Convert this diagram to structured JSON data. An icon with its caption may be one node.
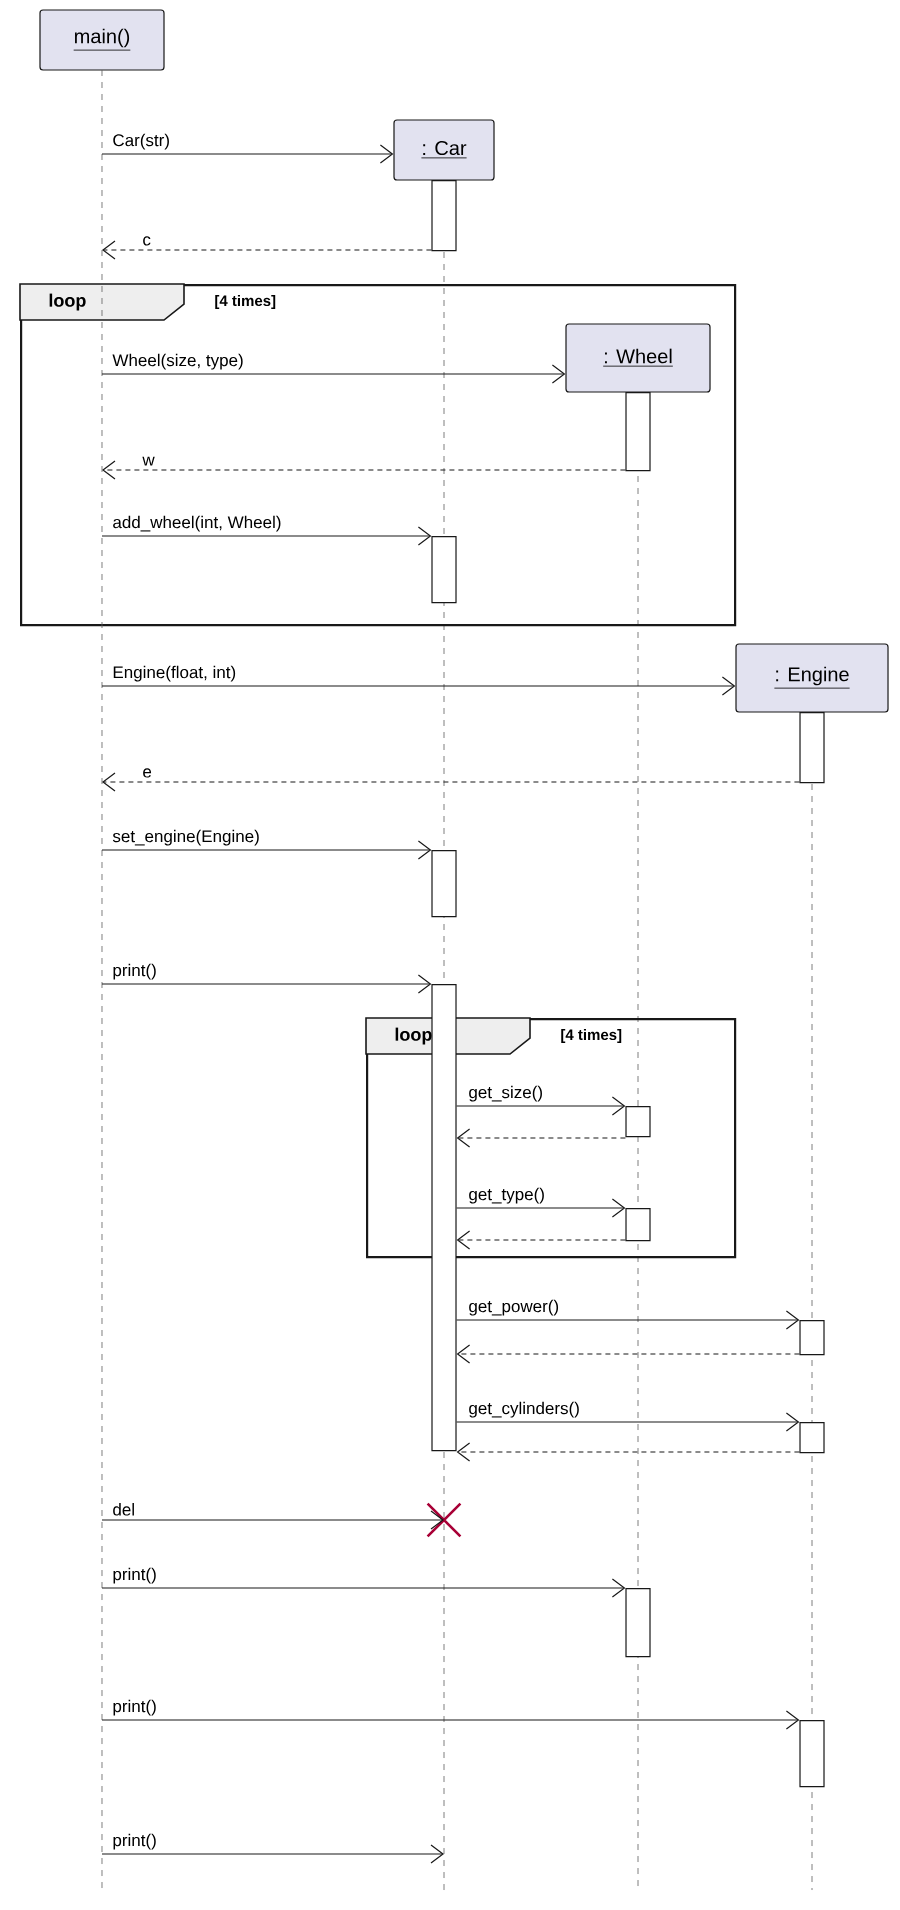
{
  "diagram": {
    "nodes": [
      {
        "text": [
          "main()"
        ]
      },
      {
        "text": [
          ": Car"
        ]
      },
      {
        "text": [],
        "shape": "bar"
      },
      {
        "text": [
          "loop",
          "[4 times]"
        ]
      },
      {
        "text": [
          ": Wheel"
        ],
        "in": 3
      },
      {
        "text": [],
        "shape": "bar",
        "in": 3
      },
      {
        "text": [],
        "shape": "bar",
        "in": 3
      },
      {
        "text": [
          ": Engine"
        ]
      },
      {
        "text": [],
        "shape": "bar"
      },
      {
        "text": [],
        "shape": "bar"
      },
      {
        "text": [],
        "shape": "bar"
      },
      {
        "text": [
          "loop",
          "[4 times]"
        ]
      },
      {
        "text": [],
        "shape": "bar",
        "in": 11
      },
      {
        "text": [],
        "shape": "bar",
        "in": 11
      },
      {
        "text": [],
        "shape": "bar"
      },
      {
        "text": [],
        "shape": "bar"
      },
      {
        "text": [],
        "shape": "cross"
      },
      {
        "text": [],
        "shape": "bar"
      },
      {
        "text": [],
        "shape": "bar"
      },
      {
        "text": [],
        "shape": "line"
      }
    ],
    "edges": [
      {
        "from": 19,
        "to": 1,
        "arrow": "to",
        "label": "Car(str)"
      },
      {
        "from": 2,
        "to": 19,
        "arrow": "to",
        "label": "c",
        "style": "dashed"
      },
      {
        "from": 19,
        "to": 4,
        "arrow": "to",
        "label": "Wheel(size, type)"
      },
      {
        "from": 5,
        "to": 19,
        "arrow": "to",
        "label": "w",
        "style": "dashed"
      },
      {
        "from": 19,
        "to": 6,
        "arrow": "to",
        "label": "add_wheel(int, Wheel)"
      },
      {
        "from": 19,
        "to": 7,
        "arrow": "to",
        "label": "Engine(float, int)"
      },
      {
        "from": 8,
        "to": 19,
        "arrow": "to",
        "label": "e",
        "style": "dashed"
      },
      {
        "from": 19,
        "to": 9,
        "arrow": "to",
        "label": "set_engine(Engine)"
      },
      {
        "from": 19,
        "to": 10,
        "arrow": "to",
        "label": "print()"
      },
      {
        "from": 10,
        "to": 12,
        "arrow": "to",
        "label": "get_size()"
      },
      {
        "from": 12,
        "to": 10,
        "arrow": "to",
        "style": "dashed"
      },
      {
        "from": 10,
        "to": 13,
        "arrow": "to",
        "label": "get_type()"
      },
      {
        "from": 13,
        "to": 10,
        "arrow": "to",
        "style": "dashed"
      },
      {
        "from": 10,
        "to": 14,
        "arrow": "to",
        "label": "get_power()"
      },
      {
        "from": 14,
        "to": 10,
        "arrow": "to",
        "style": "dashed"
      },
      {
        "from": 10,
        "to": 15,
        "arrow": "to",
        "label": "get_cylinders()"
      },
      {
        "from": 15,
        "to": 10,
        "arrow": "to",
        "style": "dashed"
      },
      {
        "from": 19,
        "to": 16,
        "arrow": "to",
        "label": "del"
      },
      {
        "from": 19,
        "to": 17,
        "arrow": "to",
        "label": "print()"
      },
      {
        "from": 19,
        "to": 18,
        "arrow": "to",
        "label": "print()"
      },
      {
        "from": 19,
        "to": null,
        "arrow": "to",
        "label": "print()"
      }
    ]
  }
}
